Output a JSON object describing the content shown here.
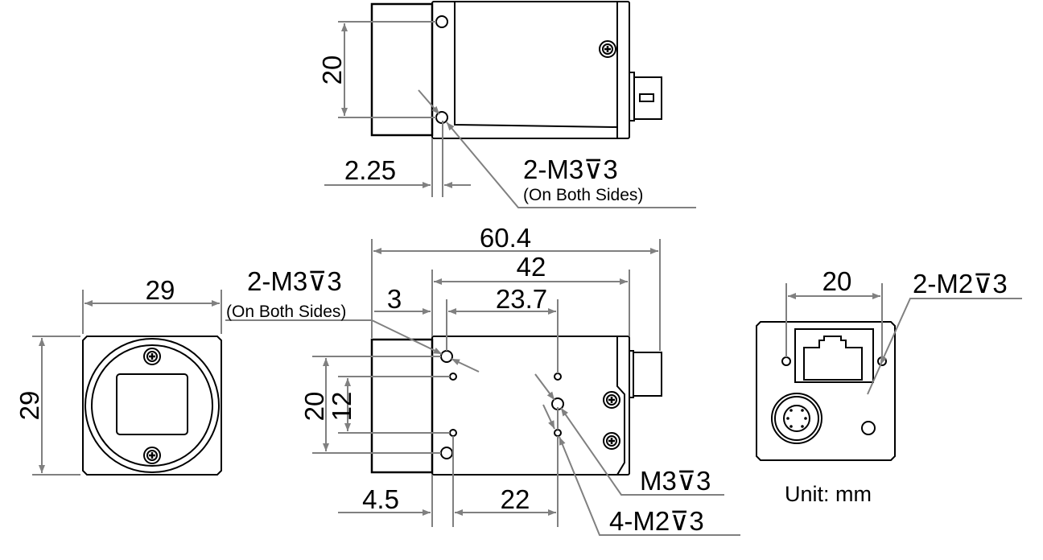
{
  "top_view": {
    "dim_height": "20",
    "dim_offset": "2.25",
    "hole_label": "2-M3⊽3",
    "hole_note": "(On Both Sides)"
  },
  "side_view": {
    "dim_total_length": "60.4",
    "dim_body_length": "42",
    "dim_hole_spacing": "23.7",
    "dim_front_offset": "3",
    "dim_hole_vertical_outer": "20",
    "dim_hole_vertical_inner": "12",
    "dim_bottom_offset": "4.5",
    "dim_bottom_spacing": "22",
    "hole_label": "2-M3⊽3",
    "hole_note": "(On Both Sides)",
    "center_hole_label": "M3⊽3",
    "small_holes_label": "4-M2⊽3"
  },
  "front_view": {
    "dim_width": "29",
    "dim_height": "29"
  },
  "rear_view": {
    "dim_hole_spacing": "20",
    "hole_label": "2-M2⊽3"
  },
  "unit_label": "Unit: mm"
}
